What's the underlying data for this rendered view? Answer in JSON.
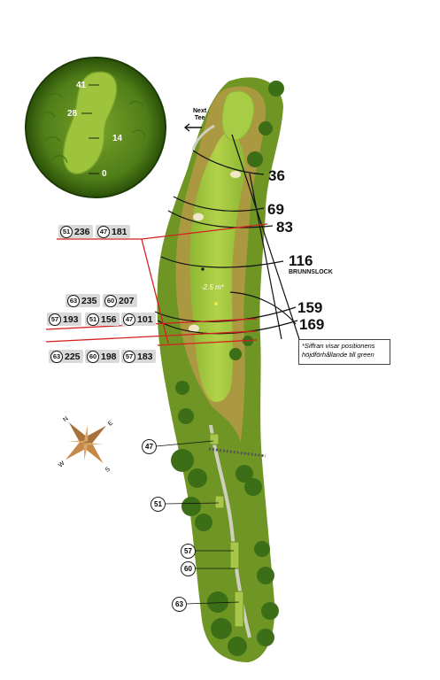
{
  "next_tee": {
    "line1": "Next",
    "line2": "Tee"
  },
  "green_inset": {
    "labels": [
      "41",
      "28",
      "14",
      "0"
    ]
  },
  "distances": [
    {
      "value": "36"
    },
    {
      "value": "69"
    },
    {
      "value": "83"
    },
    {
      "value": "116",
      "sub": "BRUNNSLOCK"
    },
    {
      "value": "159"
    },
    {
      "value": "169"
    }
  ],
  "height_marker": "-2.5 m*",
  "note": {
    "line1": "*Siffran visar positionens",
    "line2": "höjdförhållande till green"
  },
  "tee_tags": [
    [
      {
        "tee": "51",
        "dist": "236"
      },
      {
        "tee": "47",
        "dist": "181"
      }
    ],
    [
      {
        "tee": "63",
        "dist": "235"
      },
      {
        "tee": "60",
        "dist": "207"
      }
    ],
    [
      {
        "tee": "57",
        "dist": "193"
      },
      {
        "tee": "51",
        "dist": "156"
      },
      {
        "tee": "47",
        "dist": "101"
      }
    ],
    [
      {
        "tee": "63",
        "dist": "225"
      },
      {
        "tee": "60",
        "dist": "198"
      },
      {
        "tee": "57",
        "dist": "183"
      }
    ]
  ],
  "tee_markers": [
    "47",
    "51",
    "57",
    "60",
    "63"
  ],
  "compass": {
    "letters": [
      "N",
      "S",
      "W",
      "E"
    ]
  },
  "colors": {
    "fairway": "#9fc23a",
    "rough": "#5e8a1e",
    "line_red": "#d42020",
    "inset_dark": "#2f5a10"
  }
}
